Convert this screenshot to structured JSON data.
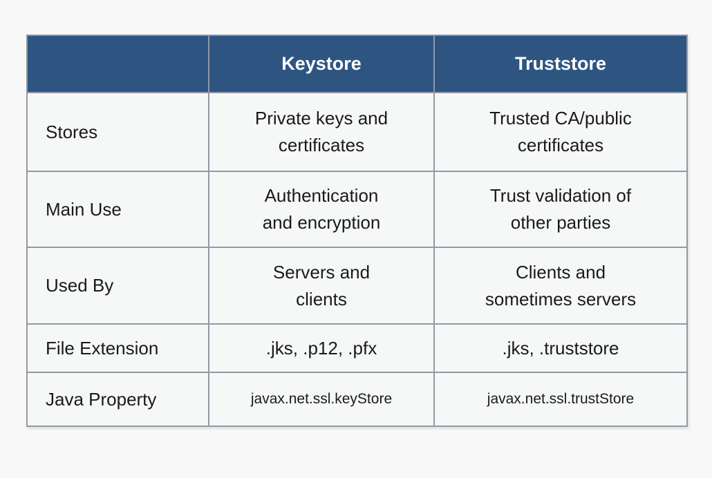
{
  "colors": {
    "header_bg": "#2e5582",
    "header_text": "#ffffff",
    "cell_bg": "#f6f7f7",
    "border": "#9298a2",
    "text": "#1a1a1a",
    "page_bg": "#f8f8f8"
  },
  "table": {
    "header": [
      "",
      "Keystore",
      "Truststore"
    ],
    "rows": [
      [
        "Stores",
        "Private keys and\ncertificates",
        "Trusted CA/public\ncertificates"
      ],
      [
        "Main Use",
        "Authentication\nand encryption",
        "Trust validation of\nother parties"
      ],
      [
        "Used By",
        "Servers and\nclients",
        "Clients and\nsometimes servers"
      ],
      [
        "File Extension",
        ".jks, .p12, .pfx",
        ".jks, .truststore"
      ],
      [
        "Java Property",
        "javax.net.ssl.keyStore",
        "javax.net.ssl.trustStore"
      ]
    ]
  },
  "chart_data": {
    "type": "table",
    "columns": [
      "",
      "Keystore",
      "Truststore"
    ],
    "rows": [
      [
        "Stores",
        "Private keys and certificates",
        "Trusted CA/public certificates"
      ],
      [
        "Main Use",
        "Authentication and encryption",
        "Trust validation of other parties"
      ],
      [
        "Used By",
        "Servers and clients",
        "Clients and sometimes servers"
      ],
      [
        "File Extension",
        ".jks, .p12, .pfx",
        ".jks, .truststore"
      ],
      [
        "Java Property",
        "javax.net.ssl.keyStore",
        "javax.net.ssl.trustStore"
      ]
    ],
    "title": "",
    "legend": "none",
    "grid": "on"
  }
}
